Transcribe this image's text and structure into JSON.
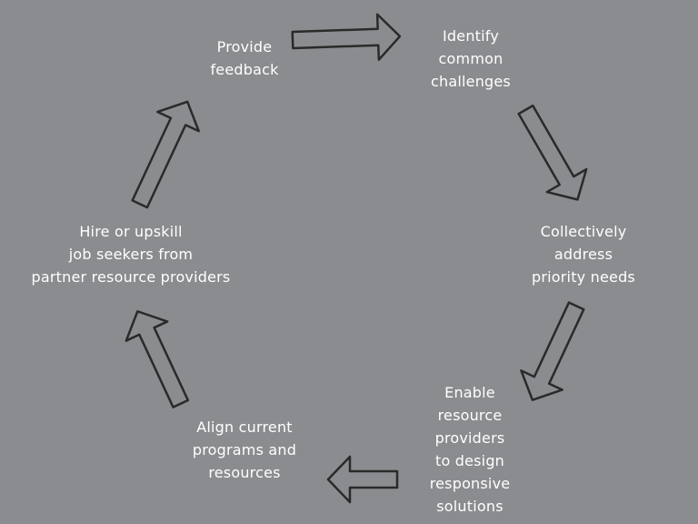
{
  "steps": [
    {
      "id": "identify",
      "lines": [
        "Identify",
        "common",
        "challenges"
      ]
    },
    {
      "id": "address",
      "lines": [
        "Collectively",
        "address",
        "priority needs"
      ]
    },
    {
      "id": "enable",
      "lines": [
        "Enable",
        "resource",
        "providers",
        "to design",
        "responsive",
        "solutions"
      ]
    },
    {
      "id": "align",
      "lines": [
        "Align current",
        "programs and",
        "resources"
      ]
    },
    {
      "id": "hire",
      "lines": [
        "Hire or upskill",
        "job seekers from",
        "partner resource providers"
      ]
    },
    {
      "id": "feedback",
      "lines": [
        "Provide",
        "feedback"
      ]
    }
  ],
  "colors": {
    "background": "#8b8c8f",
    "text": "#ffffff",
    "arrow_outline": "#2a2a2a"
  },
  "icons": {
    "connector": "hollow-curved-arrow"
  }
}
